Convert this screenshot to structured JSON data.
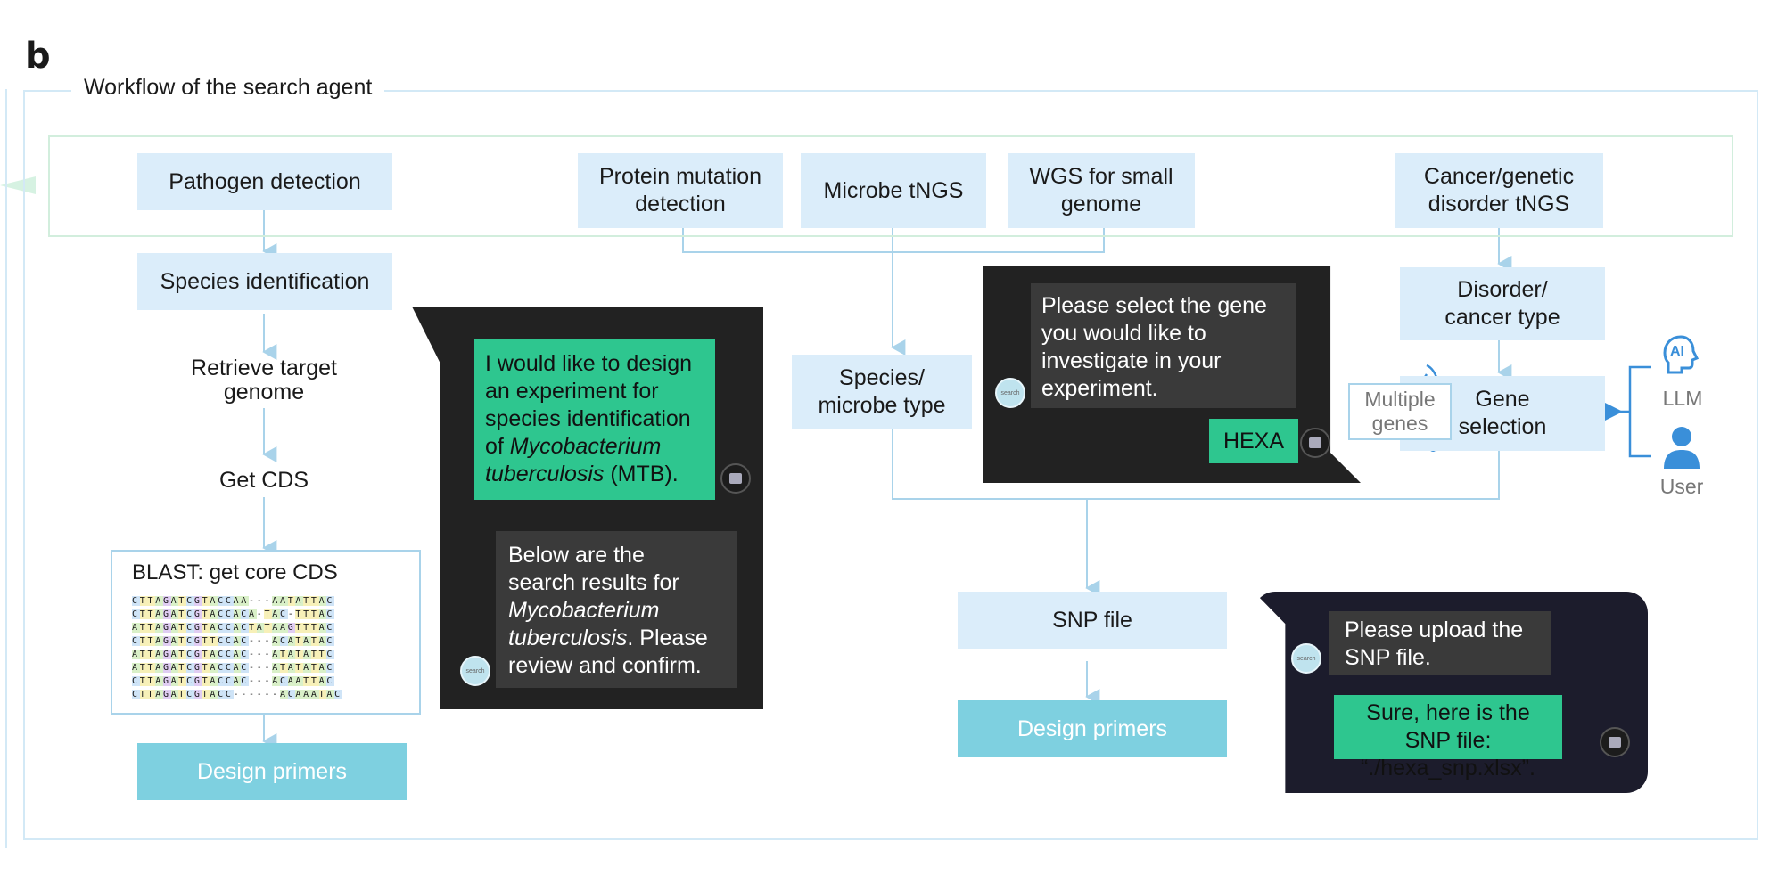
{
  "panel_label": "b",
  "caption": "Workflow of the search agent",
  "top_boxes": {
    "pathogen": "Pathogen detection",
    "protein": "Protein mutation detection",
    "microbe_tngs": "Microbe tNGS",
    "wgs": "WGS for small genome",
    "cancer": "Cancer/genetic disorder tNGS"
  },
  "left_flow": {
    "species_identification": "Species identification",
    "retrieve": "Retrieve target genome",
    "get_cds": "Get CDS",
    "blast_title": "BLAST: get core CDS",
    "design_primers": "Design primers",
    "sequences": [
      "CTTAGATCGTACCAA---AATATTAC",
      "CTTAGATCGTACCACA-TAC-TTTAC",
      "ATTAGATCGTACCACTATAAGTTTAC",
      "CTTAGATCGTTCCAC---ACATATAC",
      "ATTAGATCGTACCAC---ATATATTC",
      "ATTAGATCGTACCAC---ATATATAC",
      "CTTAGATCGTACCAC---ACAATTAC",
      "CTTAGATCGTACC------ACAAATAC"
    ]
  },
  "chat1": {
    "user_message": [
      "I would like to design",
      "an experiment for",
      "species identification",
      "of ",
      "Mycobacterium",
      "tuberculosis",
      " (MTB)."
    ],
    "bot_message": [
      "Below are the",
      "search results for",
      "Mycobacterium",
      "tuberculosis",
      ". Please",
      "review and confirm."
    ],
    "bot_avatar": "search"
  },
  "middle_flow": {
    "species_microbe": "Species/ microbe type",
    "snp_file": "SNP file",
    "design_primers": "Design primers"
  },
  "chat2": {
    "bot_message": "Please select the gene you would like to investigate in your experiment.",
    "user_message": "HEXA",
    "bot_avatar": "search"
  },
  "chat3": {
    "bot_message": "Please upload the SNP file.",
    "user_message": "Sure, here is the SNP file: “./hexa_snp.xlsx”.",
    "bot_avatar": "search"
  },
  "right_flow": {
    "disorder": "Disorder/ cancer type",
    "gene_selection": "Gene selection",
    "multiple_genes": "Multiple genes",
    "llm_label": "LLM",
    "user_label": "User",
    "ai_icon_text": "AI"
  },
  "colors": {
    "box": "#dbedfa",
    "primer": "#7ed0e0",
    "user_bubble": "#2ec68f",
    "chat_dark": "#222222",
    "chat_navy": "#1c1c2c",
    "line": "#a9d3ea",
    "accent_blue": "#3a8fd9"
  }
}
